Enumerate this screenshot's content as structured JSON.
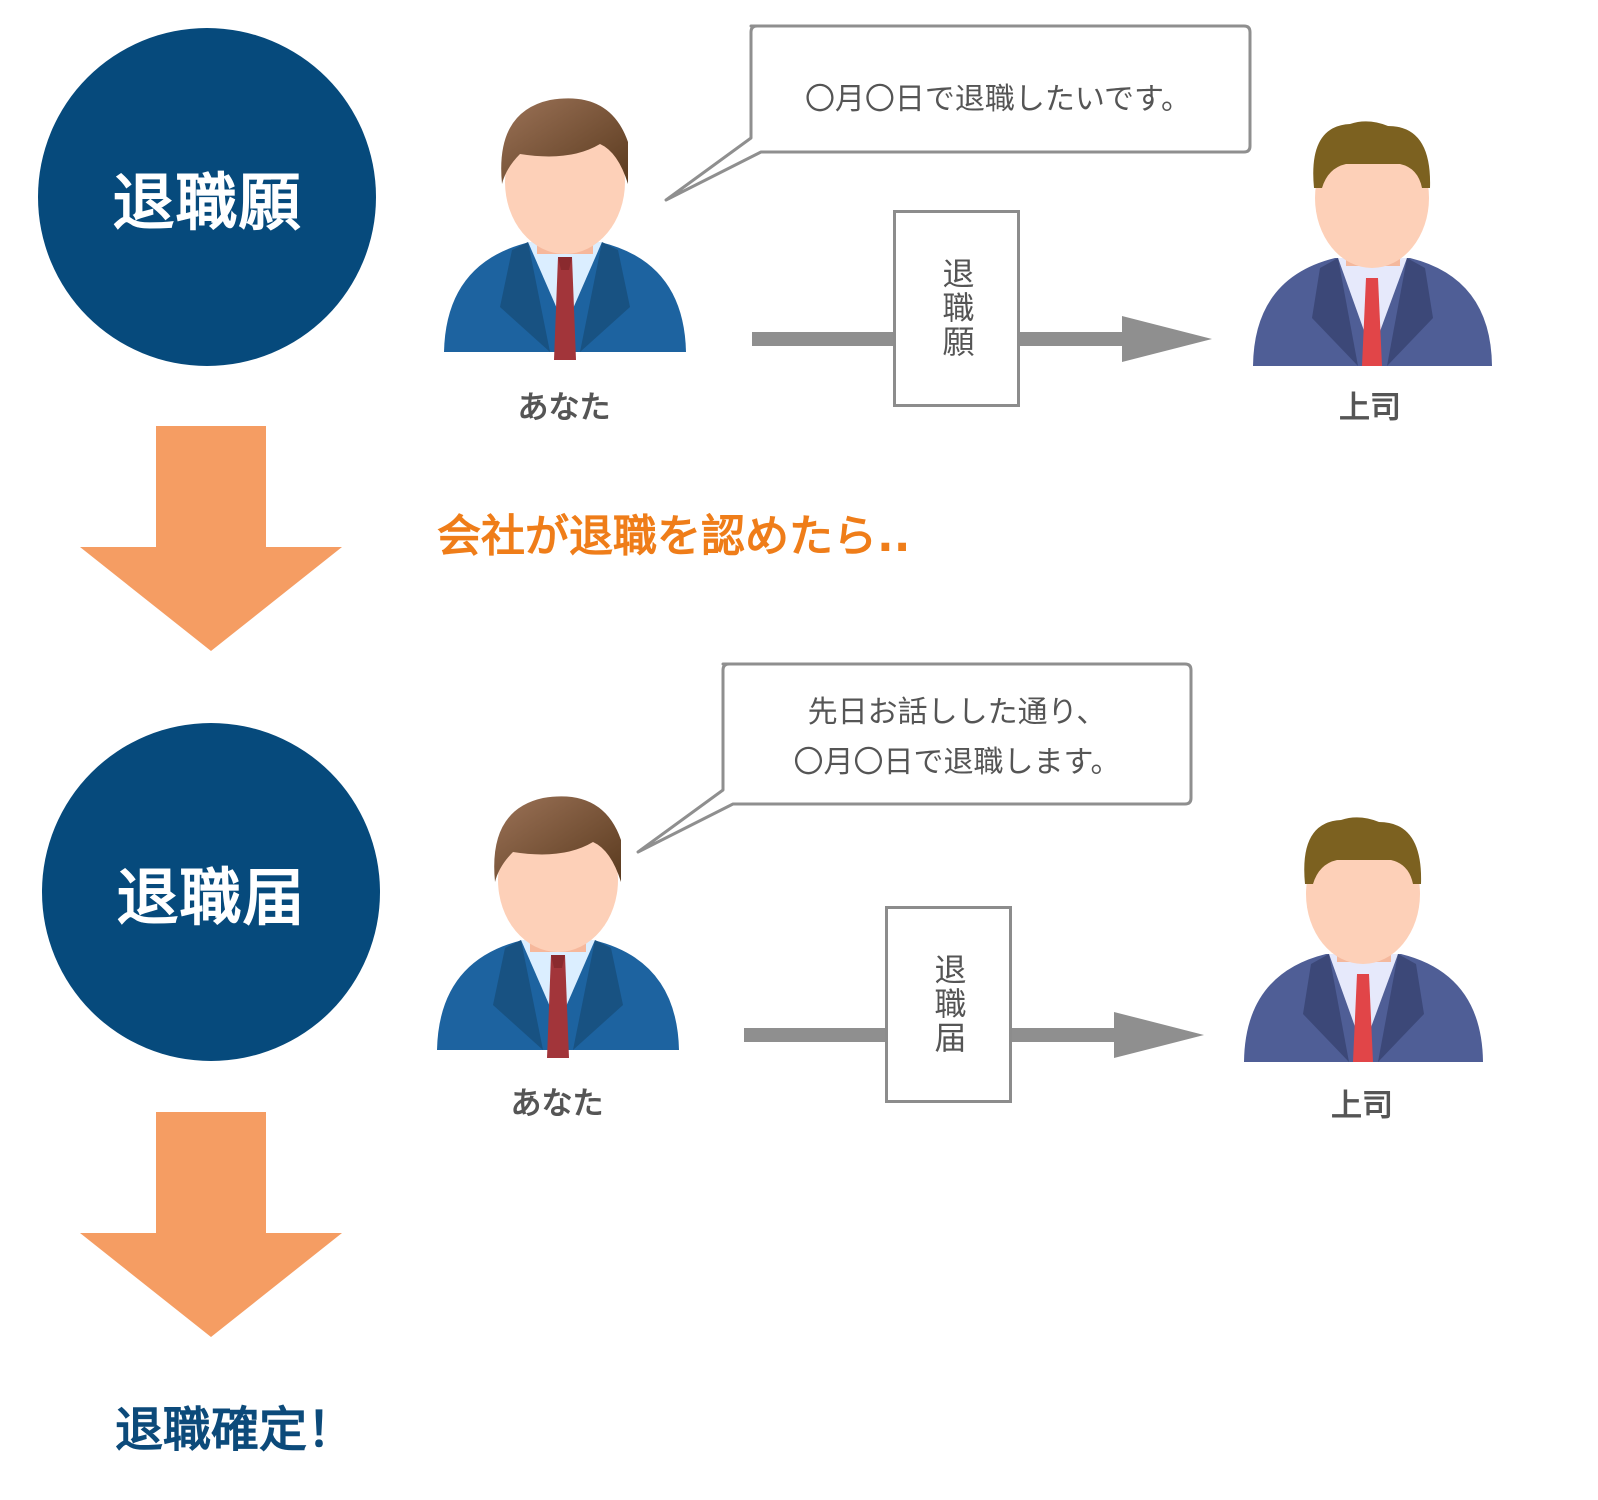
{
  "step1": {
    "circle_label": "退職願",
    "speech": [
      "〇月〇日で退職したいです。"
    ],
    "document_label": "退職願",
    "sender_label": "あなた",
    "receiver_label": "上司"
  },
  "transition_text": "会社が退職を認めたら..",
  "step2": {
    "circle_label": "退職届",
    "speech": [
      "先日お話しした通り、",
      "〇月〇日で退職します。"
    ],
    "document_label": "退職届",
    "sender_label": "あなた",
    "receiver_label": "上司"
  },
  "final_text": "退職確定！",
  "colors": {
    "circle": "#064a7c",
    "down_arrow": "#f59d63",
    "flow_arrow": "#8f8f8f",
    "transition_text": "#ef7d19",
    "final_text": "#0c4a7a"
  },
  "icons": {
    "sender": "businessman-blue-suit-icon",
    "receiver": "boss-purple-suit-icon"
  }
}
